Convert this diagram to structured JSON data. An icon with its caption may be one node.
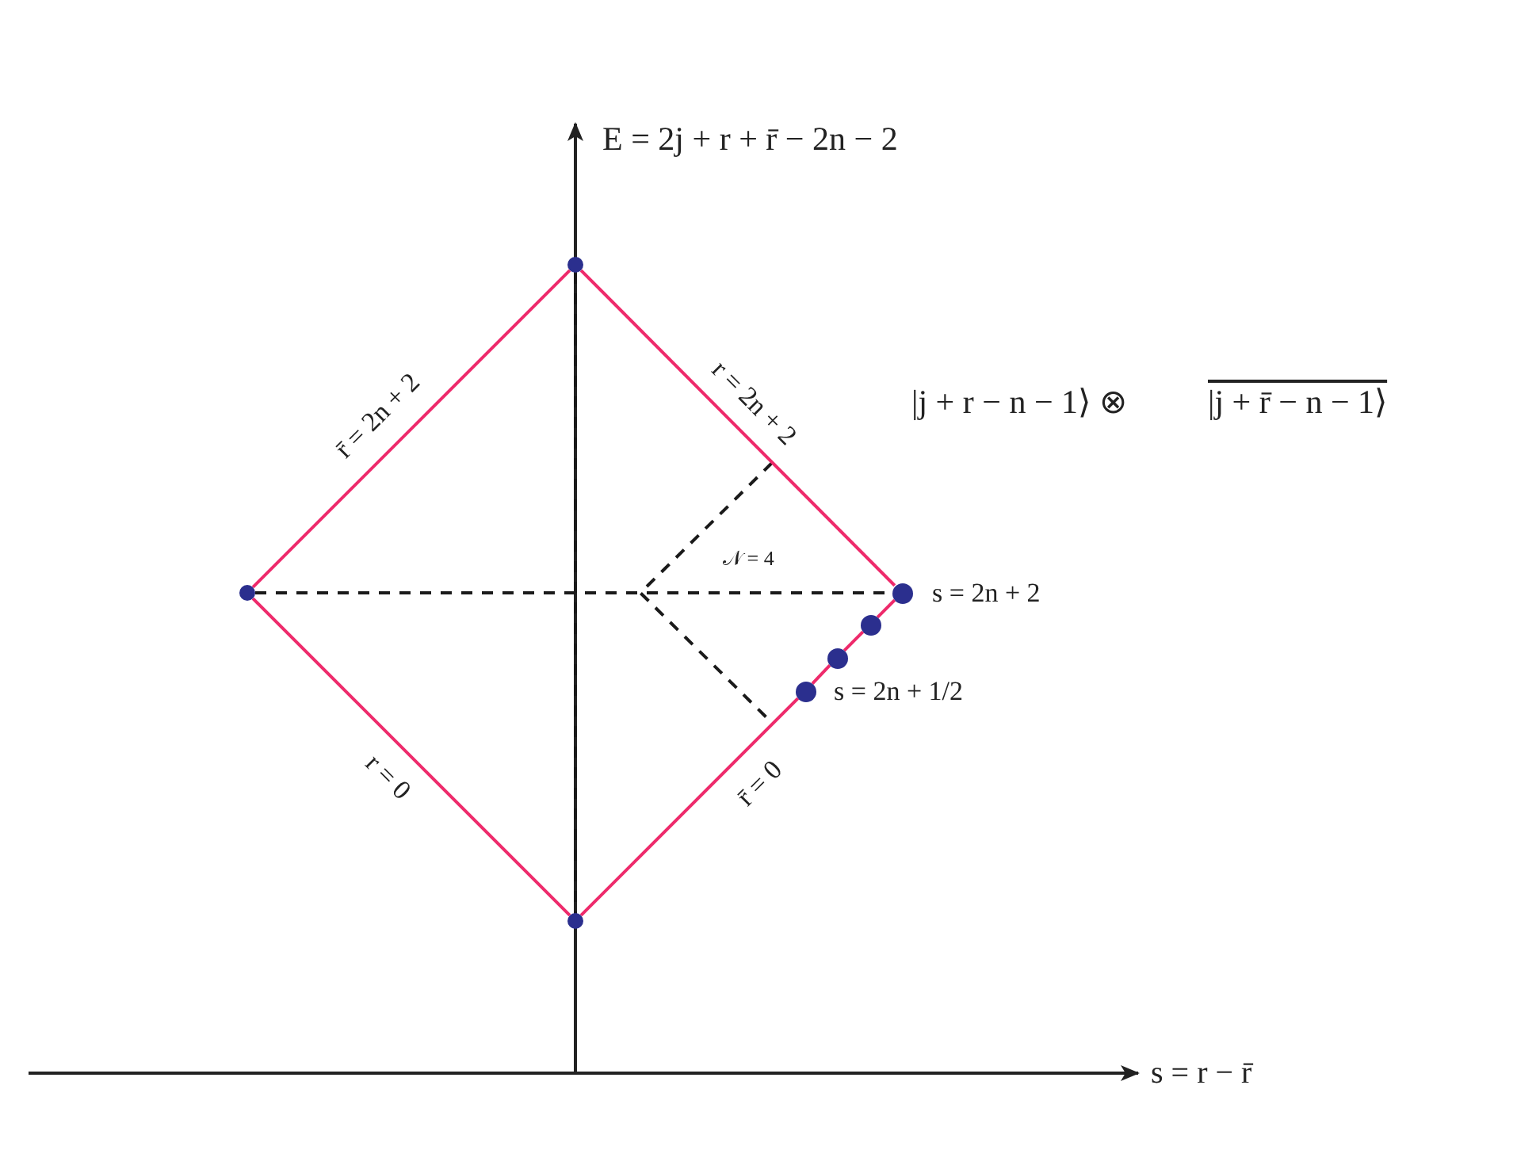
{
  "diagram": {
    "nodes": [
      {
        "text": [],
        "shape": "circle"
      },
      {
        "text": [],
        "shape": "circle"
      },
      {
        "text": [],
        "shape": "circle",
        "beside": [
          "s = 2n + 2"
        ]
      },
      {
        "text": [],
        "shape": "circle"
      },
      {
        "text": [],
        "shape": "circle"
      },
      {
        "text": [],
        "shape": "circle"
      },
      {
        "text": [],
        "shape": "circle",
        "beside": [
          "s = 2n + 1/2"
        ]
      }
    ],
    "edges": [
      {
        "from": 1,
        "to": 0,
        "arrow": "none",
        "label": "r̄ = 2n + 2"
      },
      {
        "from": 0,
        "to": 2,
        "arrow": "none",
        "label": "r = 2n + 2"
      },
      {
        "from": 1,
        "to": 3,
        "arrow": "none",
        "label": "r = 0"
      },
      {
        "from": 3,
        "to": 6,
        "arrow": "none",
        "label": "r̄ = 0"
      },
      {
        "from": 6,
        "to": 5,
        "arrow": "none"
      },
      {
        "from": 5,
        "to": 4,
        "arrow": "none"
      },
      {
        "from": 4,
        "to": 2,
        "arrow": "none"
      },
      {
        "from": 1,
        "to": 2,
        "arrow": "none",
        "style": "dashed",
        "color": "#1a1a1a"
      },
      {
        "from": 0,
        "to": 3,
        "arrow": "none",
        "style": "dashed",
        "color": "#1a1a1a"
      }
    ],
    "labels": [
      "E = 2j + r + r̄ − 2n − 2",
      "|j + r − n − 1⟩ ⊗",
      "|j + r̄ − n − 1⟩",
      "𝒩 = 4",
      "s = r − r̄"
    ]
  }
}
